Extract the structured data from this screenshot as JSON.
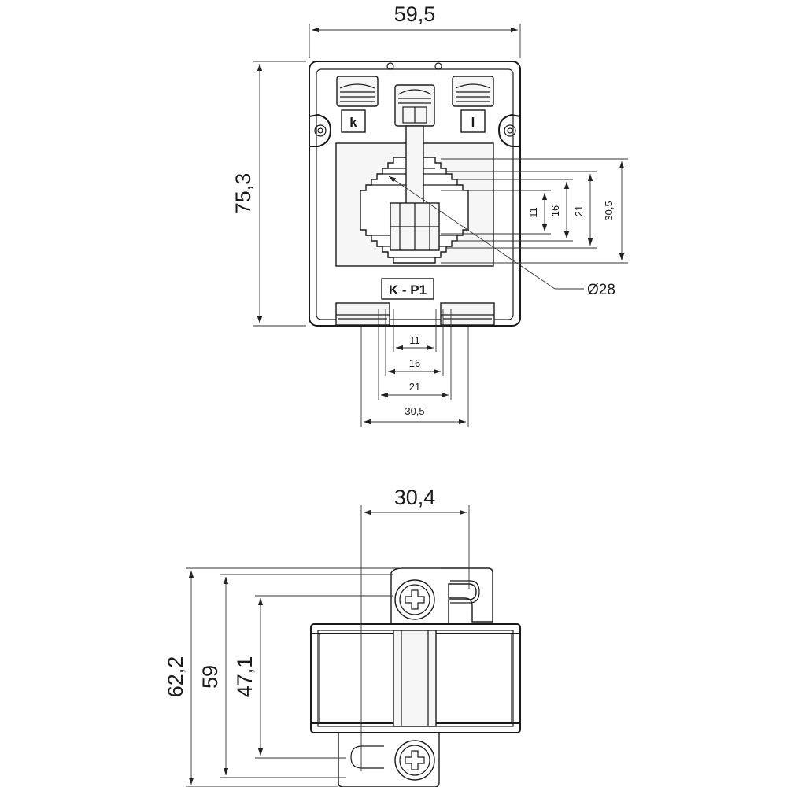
{
  "front_view": {
    "width_label": "59,5",
    "height_label": "75,3",
    "terminal_left": "k",
    "terminal_right": "l",
    "marking": "K - P1",
    "diameter_label": "Ø28",
    "busbar_vertical": [
      "11",
      "16",
      "21",
      "30,5"
    ],
    "busbar_horizontal": [
      "11",
      "16",
      "21",
      "30,5"
    ]
  },
  "side_view": {
    "width_label": "30,4",
    "heights": [
      "62,2",
      "59",
      "47,1"
    ]
  }
}
